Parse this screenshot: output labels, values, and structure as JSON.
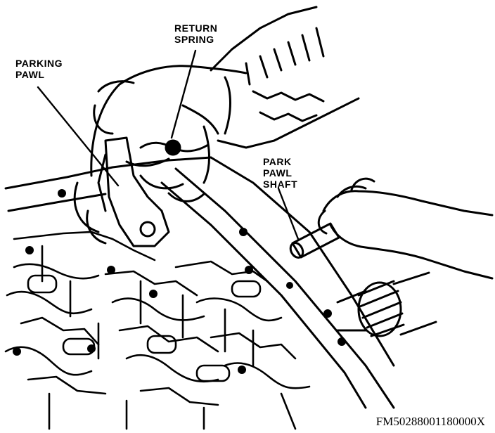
{
  "labels": {
    "parking_pawl": {
      "line1": "PARKING",
      "line2": "PAWL"
    },
    "return_spring": {
      "line1": "RETURN",
      "line2": "SPRING"
    },
    "park_pawl_shaft": {
      "line1": "PARK",
      "line2": "PAWL",
      "line3": "SHAFT"
    }
  },
  "figure_code": "FM50288001180000X",
  "colors": {
    "ink": "#000000",
    "paper": "#ffffff"
  }
}
